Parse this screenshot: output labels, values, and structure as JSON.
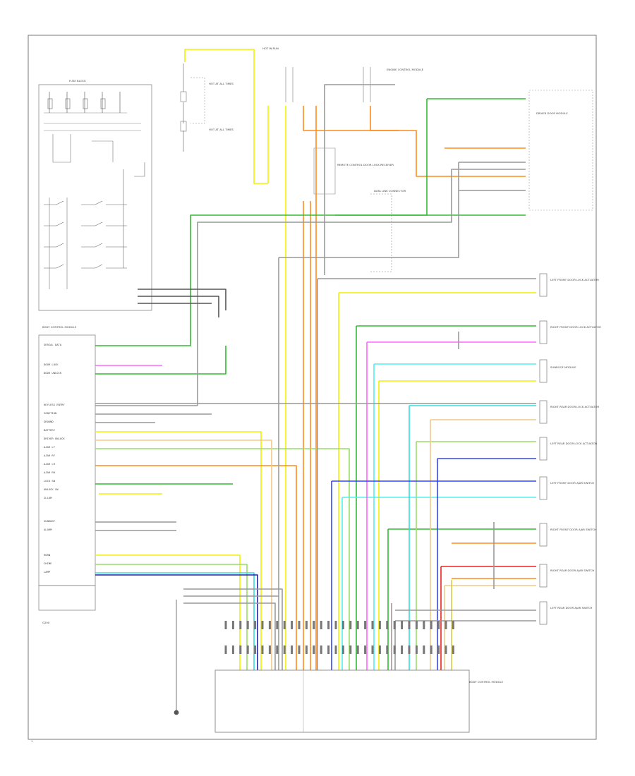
{
  "diagram": {
    "figure_code": "1",
    "colors": {
      "background": "#ffffff",
      "frame": "#777777",
      "box": "#777777",
      "black": "#444444",
      "dark_gray": "#555555",
      "gray": "#999999",
      "yellow": "#f2f200",
      "orange": "#ff8c1a",
      "green": "#33bb33",
      "light_green": "#99dd66",
      "light_blue": "#33dddd",
      "cyan": "#55eeee",
      "pink": "#ff66ff",
      "tan": "#f0c88a",
      "blue": "#3344ff",
      "dark_blue": "#2222aa",
      "red": "#ee2222",
      "gold": "#ddcc44"
    },
    "components": {
      "top_fuse_block": "FUSE BLOCK",
      "hot_at_all_times_1": "HOT AT ALL TIMES",
      "hot_at_all_times_2": "HOT AT ALL TIMES",
      "hot_in_run": "HOT IN RUN",
      "engine_control_module": "ENGINE CONTROL MODULE",
      "remote_control_door_lock_receiver": "REMOTE CONTROL DOOR LOCK RECEIVER",
      "data_link_connector": "DATA LINK CONNECTOR",
      "driver_door_module": "DRIVER DOOR MODULE",
      "left_front_door_lock_actuator": "LEFT FRONT DOOR LOCK ACTUATOR",
      "right_front_door_lock_actuator": "RIGHT FRONT DOOR LOCK ACTUATOR",
      "sunroof_module": "SUNROOF MODULE",
      "right_rear_door_lock_actuator": "RIGHT REAR DOOR LOCK ACTUATOR",
      "left_rear_door_lock_actuator": "LEFT REAR DOOR LOCK ACTUATOR",
      "left_front_door_ajar_switch": "LEFT FRONT DOOR AJAR SWITCH",
      "right_front_door_ajar_switch": "RIGHT FRONT DOOR AJAR SWITCH",
      "right_rear_door_ajar_switch": "RIGHT REAR DOOR AJAR SWITCH",
      "left_rear_door_ajar_switch": "LEFT REAR DOOR AJAR SWITCH",
      "body_control_module": "BODY CONTROL MODULE",
      "ground": "G200"
    },
    "bcm_pin_labels": [
      "SERIAL DATA",
      "DOOR LOCK",
      "DOOR UNLOCK",
      "KEYLESS ENTRY",
      "IGNITION",
      "GROUND",
      "BATTERY",
      "DRIVER UNLOCK",
      "AJAR LF",
      "AJAR RF",
      "AJAR LR",
      "AJAR RR",
      "LOCK SW",
      "UNLOCK SW",
      "ILLUM",
      "SUNROOF",
      "ALARM",
      "HORN",
      "CHIME",
      "LAMP"
    ]
  }
}
